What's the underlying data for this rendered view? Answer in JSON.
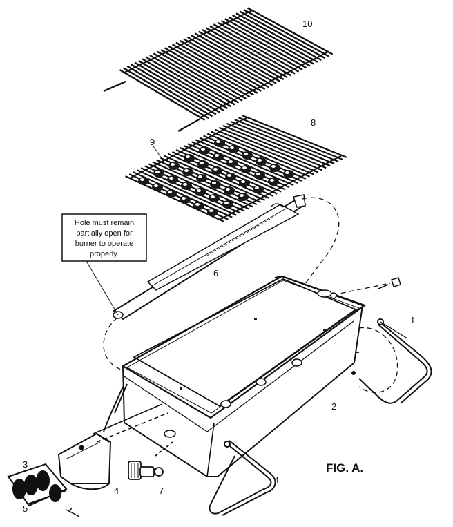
{
  "figure_label": "FIG. A.",
  "callout": {
    "lines": [
      "Hole must remain",
      "partially open for",
      "burner to operate",
      "properly."
    ]
  },
  "parts": [
    {
      "id": "p10",
      "label": "10"
    },
    {
      "id": "p8",
      "label": "8"
    },
    {
      "id": "p9",
      "label": "9"
    },
    {
      "id": "p6",
      "label": "6"
    },
    {
      "id": "p1a",
      "label": "1"
    },
    {
      "id": "p2",
      "label": "2"
    },
    {
      "id": "p1b",
      "label": "1"
    },
    {
      "id": "p3",
      "label": "3"
    },
    {
      "id": "p5",
      "label": "5"
    },
    {
      "id": "p4",
      "label": "4"
    },
    {
      "id": "p7",
      "label": "7"
    }
  ],
  "colors": {
    "ink": "#111111",
    "paper": "#ffffff"
  }
}
